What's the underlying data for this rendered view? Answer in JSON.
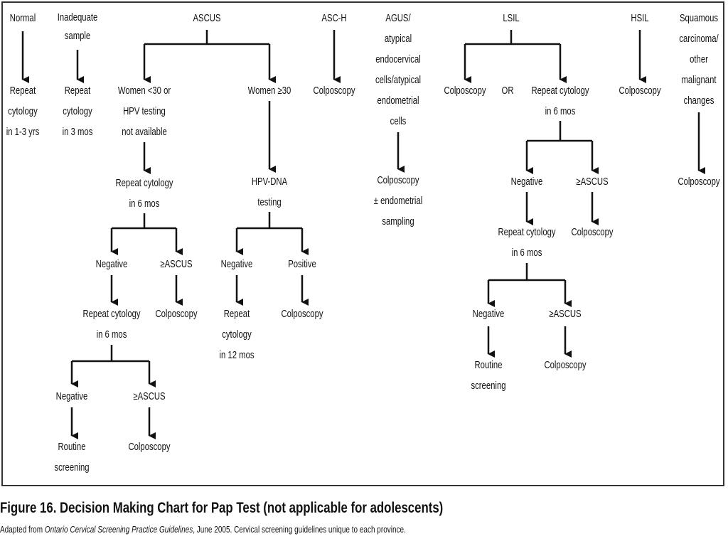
{
  "flowchart": {
    "categories": {
      "normal": "Normal",
      "inadequate": "Inadequate\nsample",
      "ascus": "ASCUS",
      "asch": "ASC-H",
      "agus": "AGUS/\natypical\nendocervical\ncells/atypical\nendometrial\ncells",
      "lsil": "LSIL",
      "hsil": "HSIL",
      "squamous": "Squamous\ncarcinoma/\nother\nmalignant\nchanges"
    },
    "nodes": {
      "normal_repeat": "Repeat\ncytology\nin 1-3 yrs",
      "inadequate_repeat": "Repeat\ncytology\nin 3 mos",
      "women_under30": "Women <30 or\nHPV testing\nnot available",
      "women_over30": "Women ≥30",
      "u30_repeat": "Repeat cytology\nin 6 mos",
      "u30_negative": "Negative",
      "u30_ascus": "≥ASCUS",
      "u30_colposcopy": "Colposcopy",
      "u30_neg_repeat": "Repeat cytology\nin 6 mos",
      "u30_neg_negative": "Negative",
      "u30_neg_ascus": "≥ASCUS",
      "u30_routine": "Routine\nscreening",
      "u30_neg_colposcopy": "Colposcopy",
      "hpv_testing": "HPV-DNA\ntesting",
      "hpv_negative": "Negative",
      "hpv_positive": "Positive",
      "hpv_repeat": "Repeat\ncytology\nin 12 mos",
      "hpv_colposcopy": "Colposcopy",
      "asch_colposcopy": "Colposcopy",
      "agus_colposcopy": "Colposcopy\n± endometrial\nsampling",
      "lsil_colposcopy": "Colposcopy",
      "lsil_or": "OR",
      "lsil_repeat": "Repeat cytology\nin 6 mos",
      "lsil_negative": "Negative",
      "lsil_ascus": "≥ASCUS",
      "lsil_neg_repeat": "Repeat cytology\nin 6 mos",
      "lsil_ascus_colposcopy": "Colposcopy",
      "lsil_neg_negative": "Negative",
      "lsil_neg_ascus": "≥ASCUS",
      "lsil_routine": "Routine\nscreening",
      "lsil_neg_colposcopy": "Colposcopy",
      "hsil_colposcopy": "Colposcopy",
      "squamous_colposcopy": "Colposcopy"
    }
  },
  "caption": {
    "title": "Figure 16. Decision Making Chart for Pap Test (not applicable for adolescents)",
    "source_prefix": "Adapted from ",
    "source_italic": "Ontario Cervical Screening Practice Guidelines",
    "source_suffix": ", June 2005. Cervical screening guidelines unique to each province."
  }
}
